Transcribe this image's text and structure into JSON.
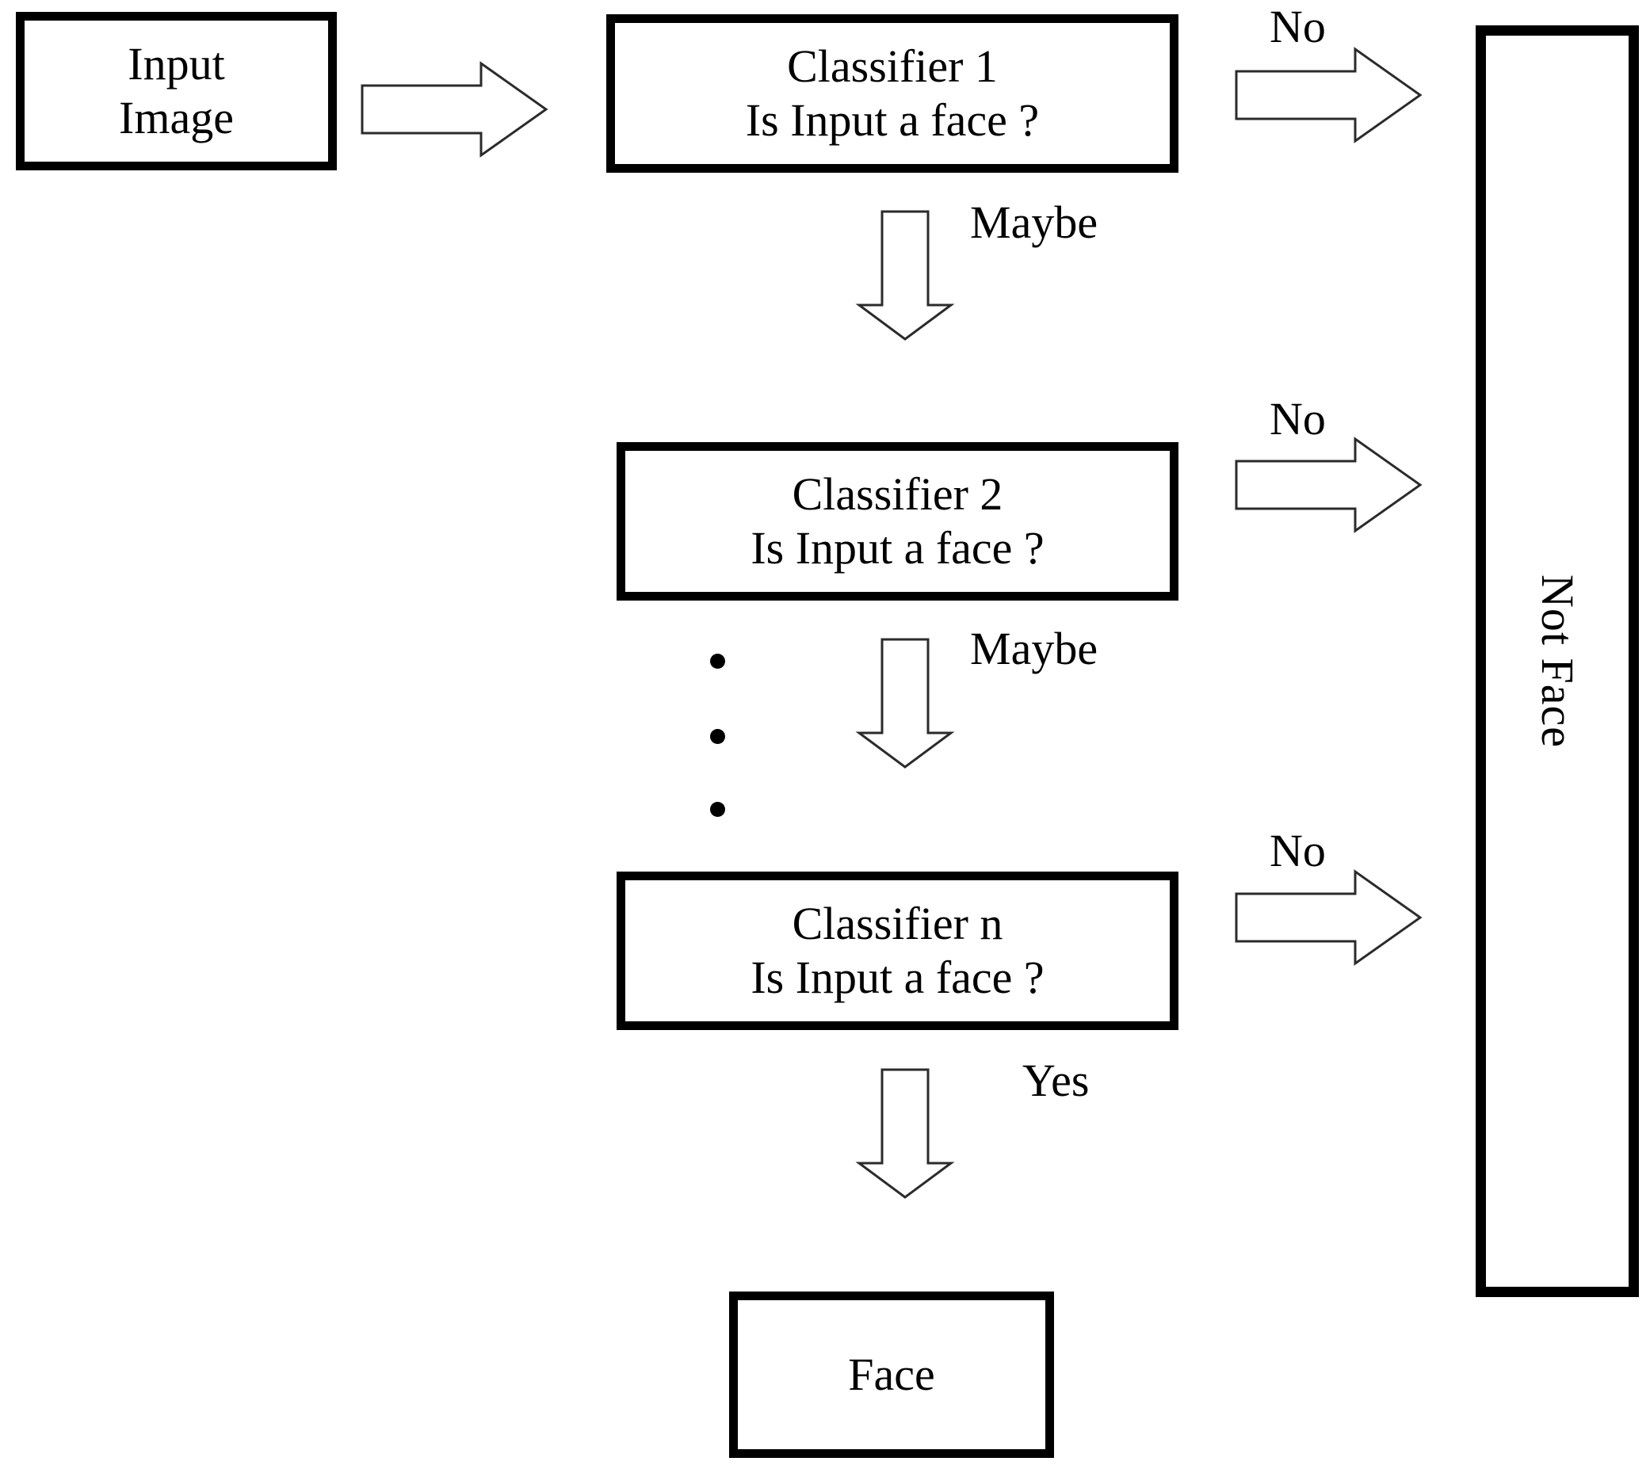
{
  "diagram": {
    "title": "Cascade face detection classifier flowchart",
    "stroke_color": "#000000",
    "arrow_stroke_color": "#2b2b2b",
    "background_color": "#ffffff",
    "nodes": {
      "input_image": {
        "line1": "Input",
        "line2": "Image"
      },
      "classifier_1": {
        "line1": "Classifier 1",
        "line2": "Is Input a face ?"
      },
      "classifier_2": {
        "line1": "Classifier 2",
        "line2": "Is Input a face ?"
      },
      "classifier_n": {
        "line1": "Classifier n",
        "line2": "Is Input a face ?"
      },
      "face": {
        "line1": "Face"
      },
      "not_face": {
        "line1": "Not Face"
      }
    },
    "edge_labels": {
      "no_1": "No",
      "no_2": "No",
      "no_3": "No",
      "maybe_1": "Maybe",
      "maybe_2": "Maybe",
      "yes": "Yes"
    },
    "continuation_marker": "vertical-ellipsis"
  }
}
